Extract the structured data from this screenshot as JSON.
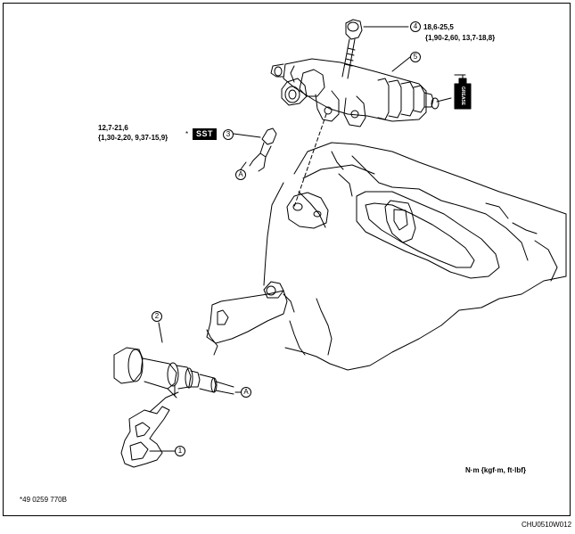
{
  "callouts": {
    "c1": "1",
    "c2": "2",
    "c3": "3",
    "c4": "4",
    "c5": "5",
    "cA_top": "A",
    "cA_bottom": "A"
  },
  "torque": {
    "bolt_line1": "18,6-25,5",
    "bolt_line2": "{1,90-2,60, 13,7-18,8}",
    "fitting_line1": "12,7-21,6",
    "fitting_line2": "{1,30-2,20, 9,37-15,9}"
  },
  "sst": {
    "asterisk": "*",
    "label": "SST"
  },
  "grease_label": "GREASE",
  "units_note": "N·m {kgf·m, ft·lbf}",
  "sst_part_number": "*49 0259 770B",
  "figure_code": "CHU0510W012"
}
